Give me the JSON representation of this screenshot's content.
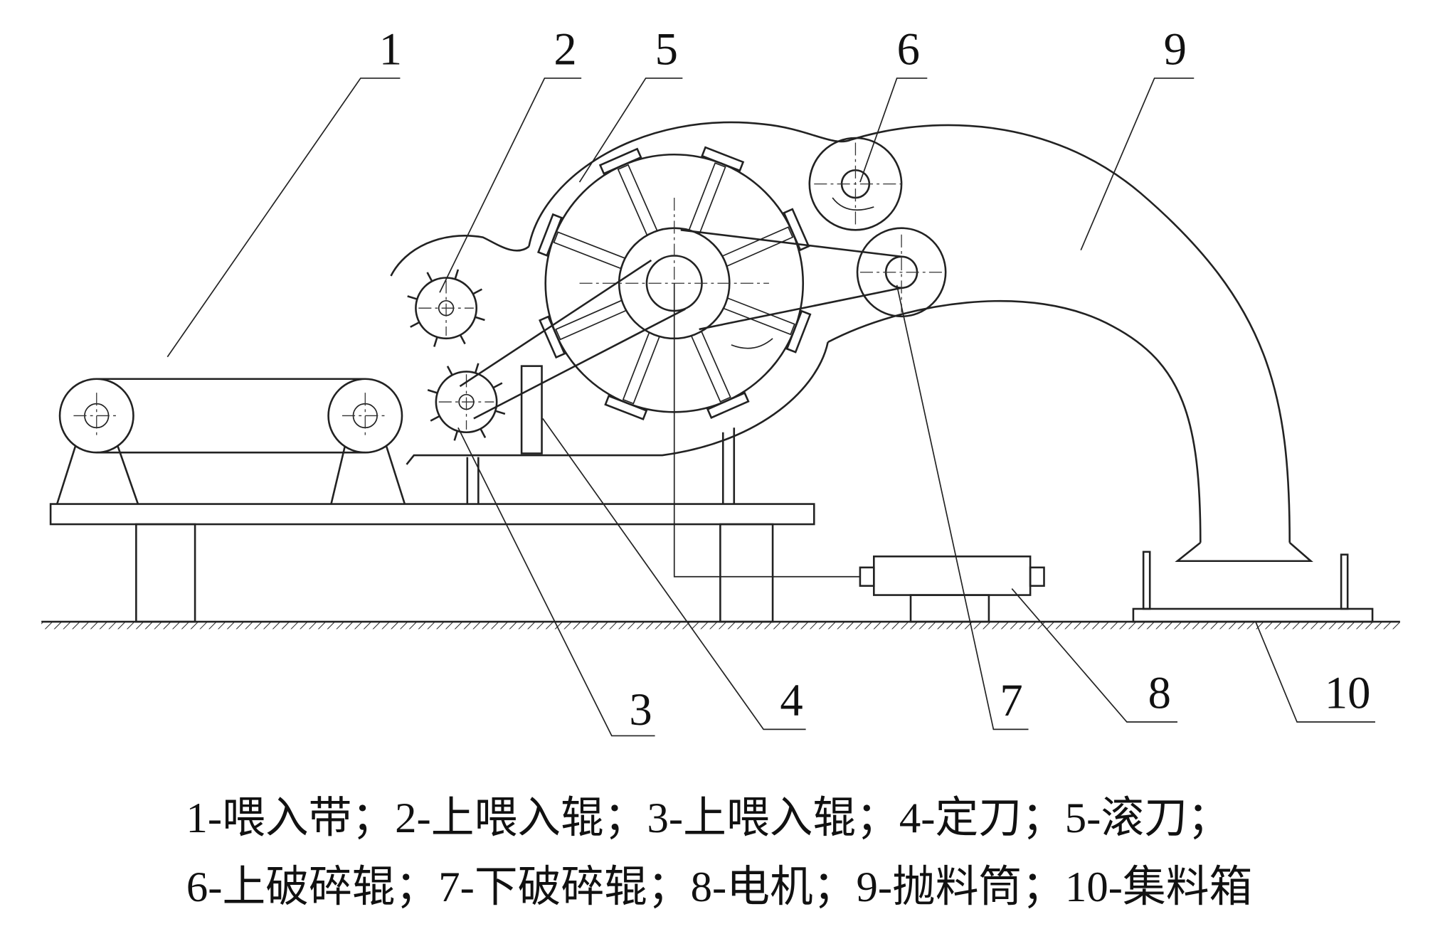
{
  "labels": {
    "n1": "1",
    "n2": "2",
    "n3": "3",
    "n4": "4",
    "n5": "5",
    "n6": "6",
    "n7": "7",
    "n8": "8",
    "n9": "9",
    "n10": "10"
  },
  "caption": {
    "line1": "1-喂入带；2-上喂入辊；3-上喂入辊；4-定刀；5-滚刀；",
    "line2": "6-上破碎辊；7-下破碎辊；8-电机；9-抛料筒；10-集料箱"
  }
}
